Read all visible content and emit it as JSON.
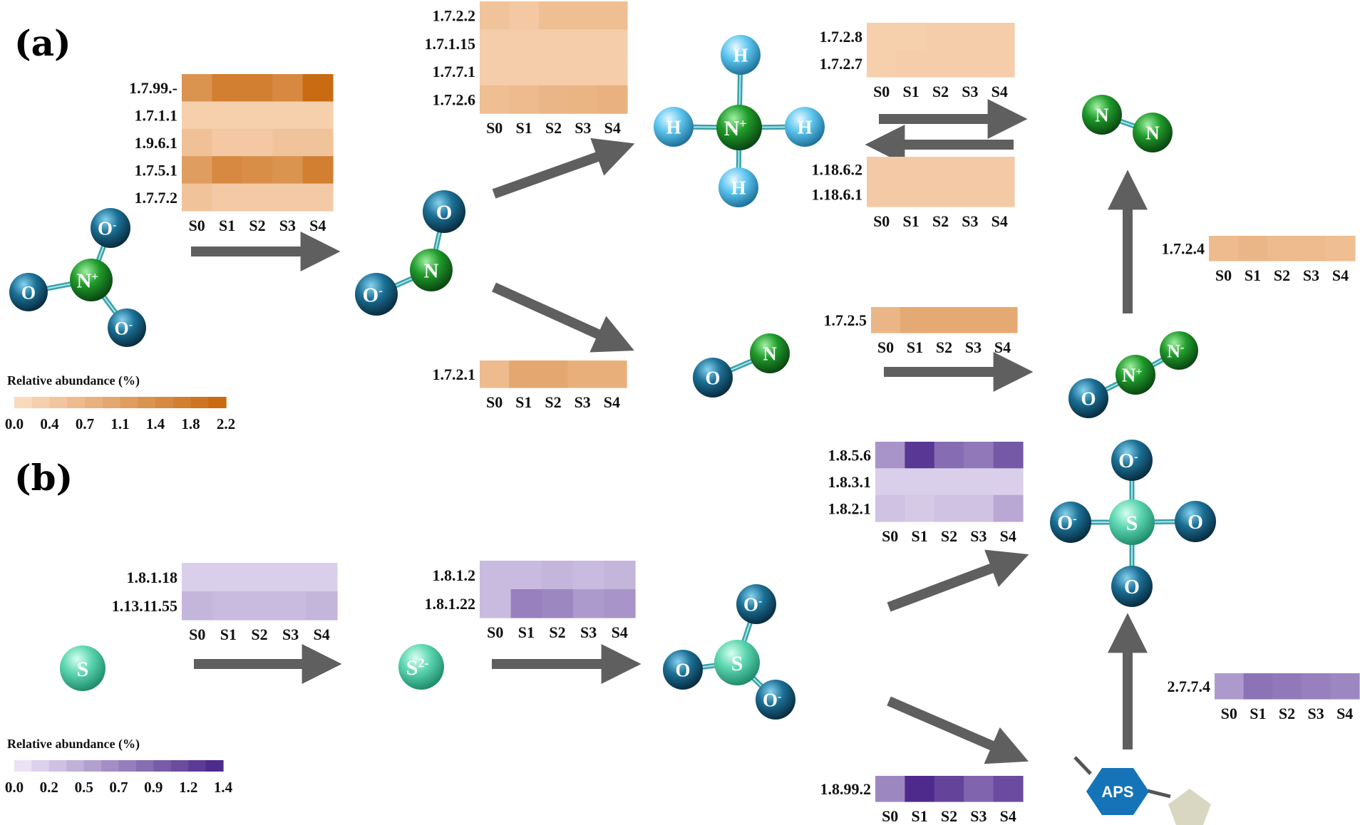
{
  "panels": [
    {
      "id": "a",
      "label": "(a)"
    },
    {
      "id": "b",
      "label": "(b)"
    }
  ],
  "samples": [
    "S0",
    "S1",
    "S2",
    "S3",
    "S4"
  ],
  "scales": {
    "N": {
      "title": "Relative abundance (%)",
      "ticks": [
        "0.0",
        "0.4",
        "0.7",
        "1.1",
        "1.4",
        "1.8",
        "2.2"
      ],
      "min": 0,
      "max": 2.2,
      "color_low": "#fbd9bd",
      "color_high": "#c96b12"
    },
    "S": {
      "title": "Relative abundance (%)",
      "ticks": [
        "0.0",
        "0.2",
        "0.5",
        "0.7",
        "0.9",
        "1.2",
        "1.4"
      ],
      "min": 0,
      "max": 1.4,
      "color_low": "#ebe3f5",
      "color_high": "#4e2a8c"
    }
  },
  "heatmaps": [
    {
      "id": "hm-nitrate",
      "scale": "N",
      "rows": [
        {
          "label": "1.7.99.-",
          "values": [
            1.4,
            1.8,
            1.8,
            1.6,
            2.2
          ]
        },
        {
          "label": "1.7.1.1",
          "values": [
            0.2,
            0.2,
            0.2,
            0.2,
            0.2
          ]
        },
        {
          "label": "1.9.6.1",
          "values": [
            0.5,
            0.35,
            0.35,
            0.45,
            0.45
          ]
        },
        {
          "label": "1.7.5.1",
          "values": [
            1.2,
            1.6,
            1.5,
            1.4,
            1.8
          ]
        },
        {
          "label": "1.7.7.2",
          "values": [
            0.45,
            0.3,
            0.3,
            0.3,
            0.3
          ]
        }
      ]
    },
    {
      "id": "hm-nitrite-ammonium",
      "scale": "N",
      "rows": [
        {
          "label": "1.7.2.2",
          "values": [
            0.45,
            0.35,
            0.55,
            0.55,
            0.55
          ]
        },
        {
          "label": "1.7.1.15",
          "values": [
            0.25,
            0.25,
            0.25,
            0.25,
            0.25
          ]
        },
        {
          "label": "1.7.7.1",
          "values": [
            0.25,
            0.25,
            0.25,
            0.25,
            0.25
          ]
        },
        {
          "label": "1.7.2.6",
          "values": [
            0.55,
            0.6,
            0.7,
            0.75,
            0.8
          ]
        }
      ]
    },
    {
      "id": "hm-nitrite-no",
      "scale": "N",
      "rows": [
        {
          "label": "1.7.2.1",
          "values": [
            0.6,
            1.0,
            1.0,
            0.85,
            0.85
          ]
        }
      ]
    },
    {
      "id": "hm-nitrogen-fix",
      "scale": "N",
      "rows": [
        {
          "label": "1.7.2.8",
          "values": [
            0.2,
            0.2,
            0.25,
            0.25,
            0.25
          ]
        },
        {
          "label": "1.7.2.7",
          "values": [
            0.2,
            0.25,
            0.25,
            0.25,
            0.25
          ]
        }
      ]
    },
    {
      "id": "hm-ammonium-n2",
      "scale": "N",
      "rows": [
        {
          "label": "1.18.6.2",
          "values": [
            0.3,
            0.3,
            0.3,
            0.3,
            0.3
          ]
        },
        {
          "label": "1.18.6.1",
          "values": [
            0.3,
            0.3,
            0.3,
            0.3,
            0.3
          ]
        }
      ]
    },
    {
      "id": "hm-no-n2o",
      "scale": "N",
      "rows": [
        {
          "label": "1.7.2.5",
          "values": [
            0.7,
            0.95,
            0.95,
            0.95,
            0.95
          ]
        }
      ]
    },
    {
      "id": "hm-n2o-n2",
      "scale": "N",
      "rows": [
        {
          "label": "1.7.2.4",
          "values": [
            0.6,
            0.7,
            0.6,
            0.6,
            0.55
          ]
        }
      ]
    },
    {
      "id": "hm-sulfur",
      "scale": "S",
      "rows": [
        {
          "label": "1.8.1.18",
          "values": [
            0.15,
            0.15,
            0.15,
            0.15,
            0.15
          ]
        },
        {
          "label": "1.13.11.55",
          "values": [
            0.35,
            0.3,
            0.3,
            0.3,
            0.35
          ]
        }
      ]
    },
    {
      "id": "hm-sulfide",
      "scale": "S",
      "rows": [
        {
          "label": "1.8.1.2",
          "values": [
            0.3,
            0.3,
            0.35,
            0.3,
            0.35
          ]
        },
        {
          "label": "1.8.1.22",
          "values": [
            0.3,
            0.75,
            0.7,
            0.55,
            0.6
          ]
        }
      ]
    },
    {
      "id": "hm-sulfite-sulfate",
      "scale": "S",
      "rows": [
        {
          "label": "1.8.5.6",
          "values": [
            0.6,
            1.3,
            0.9,
            0.8,
            1.05
          ]
        },
        {
          "label": "1.8.3.1",
          "values": [
            0.15,
            0.15,
            0.15,
            0.15,
            0.15
          ]
        },
        {
          "label": "1.8.2.1",
          "values": [
            0.25,
            0.2,
            0.25,
            0.25,
            0.45
          ]
        }
      ]
    },
    {
      "id": "hm-sulfite-aps",
      "scale": "S",
      "rows": [
        {
          "label": "1.8.99.2",
          "values": [
            0.7,
            1.4,
            1.2,
            0.95,
            1.15
          ]
        }
      ]
    },
    {
      "id": "hm-aps-sulfate",
      "scale": "S",
      "rows": [
        {
          "label": "2.7.7.4",
          "values": [
            0.55,
            0.85,
            0.8,
            0.75,
            0.7
          ]
        }
      ]
    }
  ],
  "molecules": [
    {
      "id": "nitrate",
      "atoms": [
        "O-",
        "O",
        "N+",
        "O-"
      ]
    },
    {
      "id": "nitrite",
      "atoms": [
        "O",
        "N",
        "O-"
      ]
    },
    {
      "id": "ammonium",
      "atoms": [
        "H",
        "H",
        "N+",
        "H",
        "H"
      ]
    },
    {
      "id": "dinitrogen",
      "atoms": [
        "N",
        "N"
      ]
    },
    {
      "id": "nitric-oxide",
      "atoms": [
        "O",
        "N"
      ]
    },
    {
      "id": "nitrous-oxide",
      "atoms": [
        "O",
        "N+",
        "N-"
      ]
    },
    {
      "id": "sulfur",
      "atoms": [
        "S"
      ]
    },
    {
      "id": "sulfide",
      "atoms": [
        "S2-"
      ]
    },
    {
      "id": "sulfite",
      "atoms": [
        "O-",
        "O",
        "S",
        "O-"
      ]
    },
    {
      "id": "sulfate",
      "atoms": [
        "O-",
        "O-",
        "S",
        "O",
        "O"
      ]
    },
    {
      "id": "aps",
      "atoms": [
        "APS"
      ]
    }
  ],
  "colors": {
    "arrow": "#5f5f5f",
    "oxygen": "#1b6f94",
    "nitrogen": "#1f9a2a",
    "hydrogen": "#5ec6ef",
    "sulfur": "#5cd6b0",
    "aps": "#1474b7",
    "ribose": "#d9d6c2"
  }
}
